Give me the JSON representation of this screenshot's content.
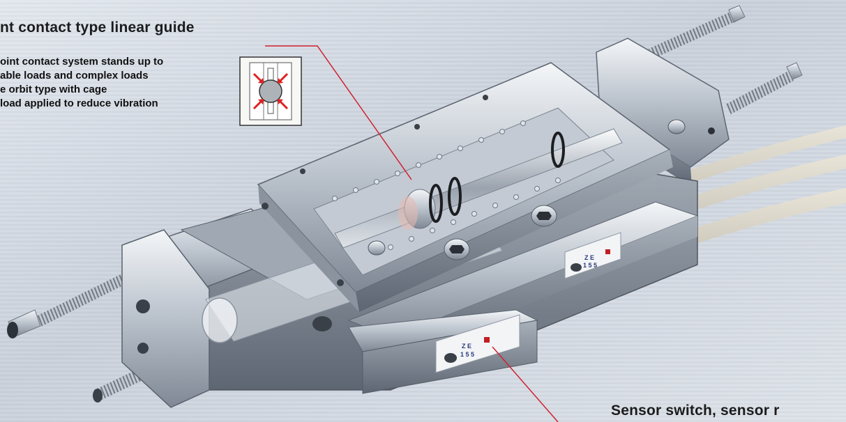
{
  "guide_section": {
    "heading": "nt contact type linear guide",
    "features": [
      "oint contact system stands up to",
      "able loads and complex loads",
      "e orbit type with cage",
      "load applied to reduce vibration"
    ]
  },
  "sensor_section": {
    "heading": "Sensor switch, sensor r"
  },
  "sensor_labels": {
    "top": {
      "line1": "Z E",
      "line2": "1 5 5"
    },
    "bottom": {
      "line1": "Z E",
      "line2": "1 5 5"
    }
  },
  "colors": {
    "callout_line": "#d0202e",
    "arrow": "#e02020",
    "background": "#cfd6df"
  }
}
